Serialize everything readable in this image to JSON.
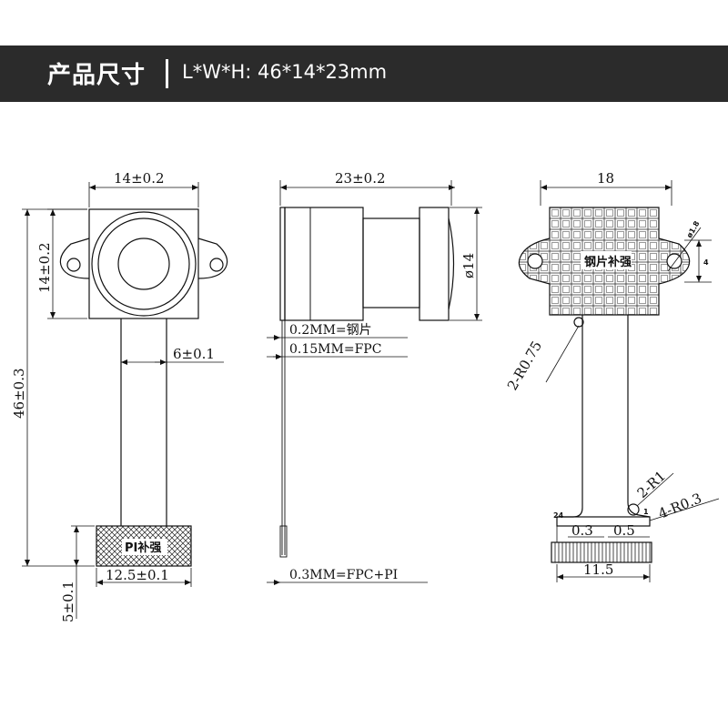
{
  "banner": {
    "title": "产品尺寸",
    "spec": "L*W*H:  46*14*23mm"
  },
  "front_view": {
    "width_dim": "14±0.2",
    "height_dim": "14±0.2",
    "total_height_dim": "46±0.3",
    "stem_width_dim": "6±0.1",
    "pad_label": "PI补强",
    "pad_width_dim": "12.5±0.1",
    "pad_height_dim": "5±0.1"
  },
  "side_view": {
    "length_dim": "23±0.2",
    "diameter_dim": "ø14",
    "layer1": "0.2MM=钢片",
    "layer2": "0.15MM=FPC",
    "layer3": "0.3MM=FPC+PI"
  },
  "back_view": {
    "width_dim": "18",
    "hole_dim": "ø1.8",
    "hole_spacing_dim": "4",
    "plate_label": "钢片补强",
    "radius1": "2-R0.75",
    "radius2": "2-R1",
    "radius3": "4-R0.3",
    "pin_first": "24",
    "pin_last": "1",
    "pitch1": "0.3",
    "pitch2": "0.5",
    "connector_width_dim": "11.5"
  }
}
